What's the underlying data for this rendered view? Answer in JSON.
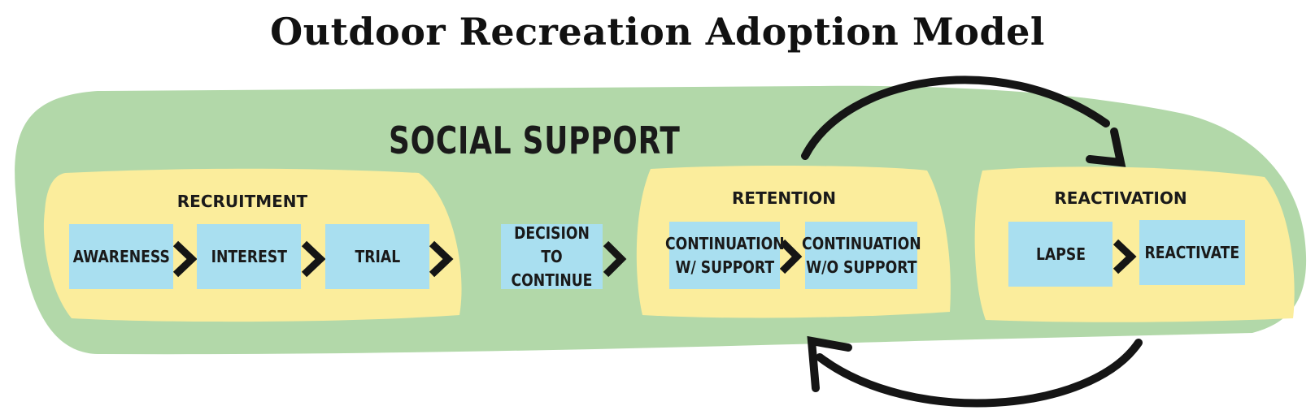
{
  "title": "Outdoor Recreation Adoption Model",
  "social_support": {
    "label": "SOCIAL SUPPORT",
    "color": "#b2d8a9"
  },
  "groups": [
    {
      "id": "recruitment",
      "label": "RECRUITMENT",
      "color": "#fbed9c"
    },
    {
      "id": "retention",
      "label": "RETENTION",
      "color": "#fbed9c"
    },
    {
      "id": "reactivation",
      "label": "REACTIVATION",
      "color": "#fbed9c"
    }
  ],
  "steps": [
    {
      "id": "awareness",
      "label": "AWARENESS",
      "group": "recruitment"
    },
    {
      "id": "interest",
      "label": "INTEREST",
      "group": "recruitment"
    },
    {
      "id": "trial",
      "label": "TRIAL",
      "group": "recruitment"
    },
    {
      "id": "decision",
      "label": "DECISION TO\nCONTINUE",
      "group": ""
    },
    {
      "id": "cont_with",
      "label": "CONTINUATION\nW/ SUPPORT",
      "group": "retention"
    },
    {
      "id": "cont_without",
      "label": "CONTINUATION\nW/O SUPPORT",
      "group": "retention"
    },
    {
      "id": "lapse",
      "label": "LAPSE",
      "group": "reactivation"
    },
    {
      "id": "reactivate",
      "label": "REACTIVATE",
      "group": "reactivation"
    }
  ],
  "flow": [
    [
      "awareness",
      "interest"
    ],
    [
      "interest",
      "trial"
    ],
    [
      "trial",
      "decision"
    ],
    [
      "decision",
      "cont_with"
    ],
    [
      "cont_with",
      "cont_without"
    ],
    [
      "lapse",
      "reactivate"
    ]
  ],
  "cycle": [
    [
      "retention",
      "reactivation"
    ],
    [
      "reactivation",
      "retention"
    ]
  ],
  "colors": {
    "step": "#a9dff0",
    "arrow": "#151515"
  }
}
